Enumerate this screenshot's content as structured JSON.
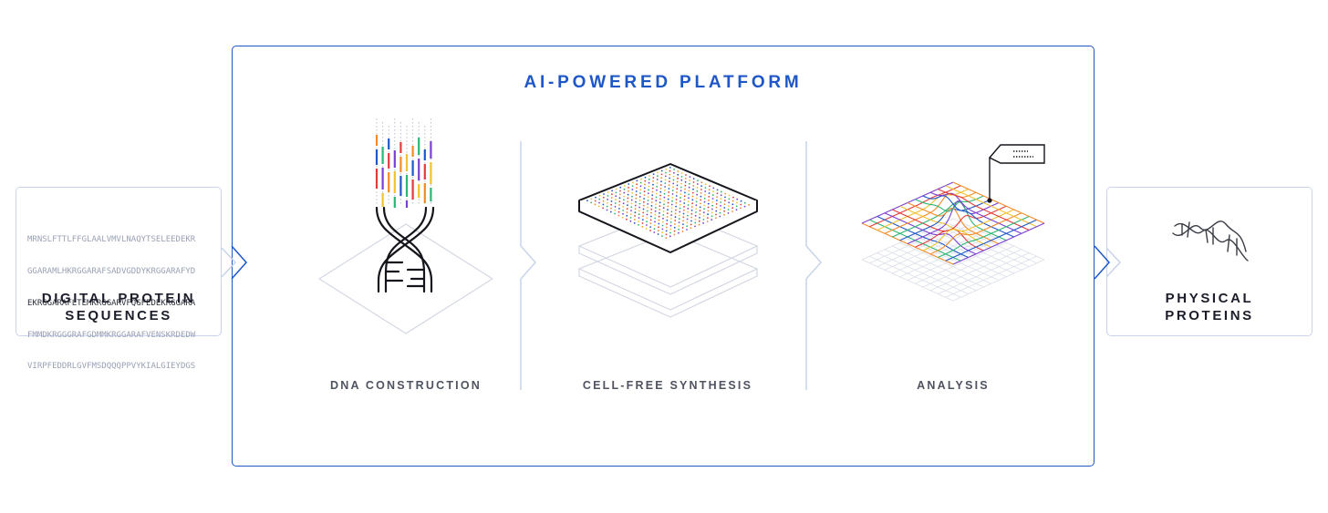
{
  "platform": {
    "title": "AI-POWERED PLATFORM"
  },
  "input": {
    "label": "DIGITAL PROTEIN SEQUENCES",
    "label_lines": [
      "DIGITAL PROTEIN",
      "SEQUENCES"
    ],
    "sequence_lines": [
      "MRNSLFTTLFFGLAALVMVLNAQYTSELEEDEKR",
      "GGARAMLHKRGGARAFSADVGDDYKRGGARAFYD",
      "EKRGGARAFLTEMKRGGARVFQGFEDEKRGGARA",
      "FMMDKRGGGRAFGDMMKRGGARAFVENSKRDEDW",
      "VIRPFEDDRLGVFMSDQQQPPVYKIALGIEYDGS"
    ],
    "highlighted_line_index": 2
  },
  "steps": [
    {
      "label": "DNA CONSTRUCTION",
      "icon": "dna-construction-icon"
    },
    {
      "label": "CELL-FREE SYNTHESIS",
      "icon": "microplate-icon"
    },
    {
      "label": "ANALYSIS",
      "icon": "analysis-grid-icon"
    }
  ],
  "output": {
    "label": "PHYSICAL PROTEINS",
    "label_lines": [
      "PHYSICAL",
      "PROTEINS"
    ],
    "icon": "protein-helix-icon"
  },
  "colors": {
    "accent_blue": "#1f57c7",
    "light_border": "#c9d4ea",
    "strand_colors": [
      "#f28b27",
      "#2bb673",
      "#1f57c7",
      "#7a3fd1",
      "#e23b3b",
      "#f2c12e"
    ]
  }
}
